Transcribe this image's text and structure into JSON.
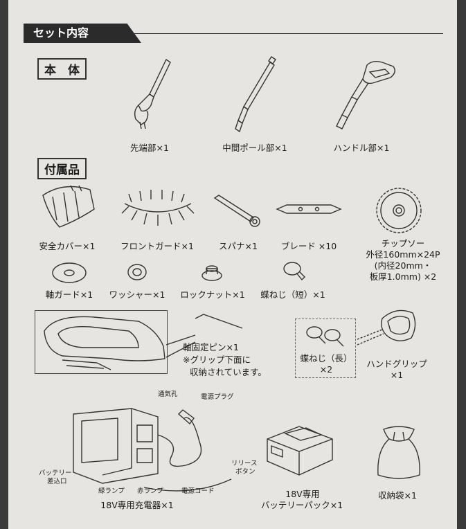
{
  "header": {
    "title": "セット内容"
  },
  "sections": {
    "main_body": "本　体",
    "accessories": "付属品"
  },
  "main_parts": [
    {
      "label": "先端部×1"
    },
    {
      "label": "中間ポール部×1"
    },
    {
      "label": "ハンドル部×1"
    }
  ],
  "accessories_row1": [
    {
      "label": "安全カバー×1"
    },
    {
      "label": "フロントガード×1"
    },
    {
      "label": "スパナ×1"
    },
    {
      "label": "ブレード ×10"
    }
  ],
  "chipsaw": {
    "line1": "チップソー",
    "line2": "外径160mm×24P",
    "line3": "(内径20mm・",
    "line4": "板厚1.0mm) ×2"
  },
  "accessories_row2": [
    {
      "label": "軸ガード×1"
    },
    {
      "label": "ワッシャー×1"
    },
    {
      "label": "ロックナット×1"
    },
    {
      "label": "蝶ねじ（短）×1"
    }
  ],
  "pin": {
    "label": "軸固定ピン×1",
    "note1": "※グリップ下面に",
    "note2": "収納されています。"
  },
  "long_screw": {
    "line1": "蝶ねじ（長）",
    "line2": "×2"
  },
  "hand_grip": {
    "line1": "ハンドグリップ",
    "line2": "×1"
  },
  "charger": {
    "vent": "通気孔",
    "plug": "電源プラグ",
    "battery_slot_1": "バッテリー",
    "battery_slot_2": "差込口",
    "green_lamp": "緑ランプ",
    "red_lamp": "赤ランプ",
    "cord": "電源コード",
    "label": "18V専用充電器×1"
  },
  "battery": {
    "release_1": "リリース",
    "release_2": "ボタン",
    "line1": "18V専用",
    "line2": "バッテリーパック×1"
  },
  "bag": {
    "label": "収納袋×1"
  }
}
